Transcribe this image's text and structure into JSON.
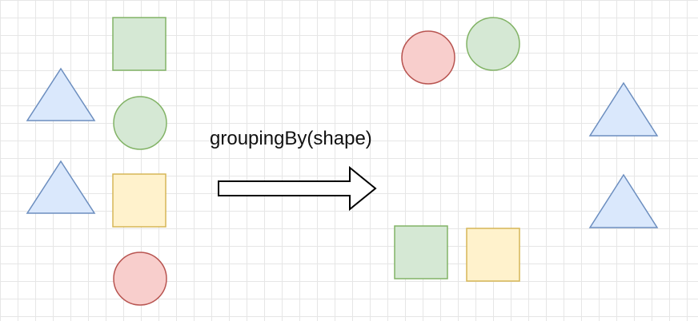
{
  "diagram": {
    "operation_label": "groupingBy(shape)",
    "colors": {
      "blue_fill": "#dae8fc",
      "blue_stroke": "#6c8ebf",
      "green_fill": "#d5e8d4",
      "green_stroke": "#82b366",
      "yellow_fill": "#fff2cc",
      "yellow_stroke": "#d6b656",
      "red_fill": "#f8cecc",
      "red_stroke": "#b85450",
      "arrow_stroke": "#000000"
    },
    "input_shapes": [
      {
        "shape": "triangle",
        "color": "blue"
      },
      {
        "shape": "triangle",
        "color": "blue"
      },
      {
        "shape": "square",
        "color": "green"
      },
      {
        "shape": "circle",
        "color": "green"
      },
      {
        "shape": "square",
        "color": "yellow"
      },
      {
        "shape": "circle",
        "color": "red"
      }
    ],
    "groups": [
      {
        "group": "circle",
        "members": [
          "red",
          "green"
        ]
      },
      {
        "group": "square",
        "members": [
          "green",
          "yellow"
        ]
      },
      {
        "group": "triangle",
        "members": [
          "blue",
          "blue"
        ]
      }
    ]
  }
}
